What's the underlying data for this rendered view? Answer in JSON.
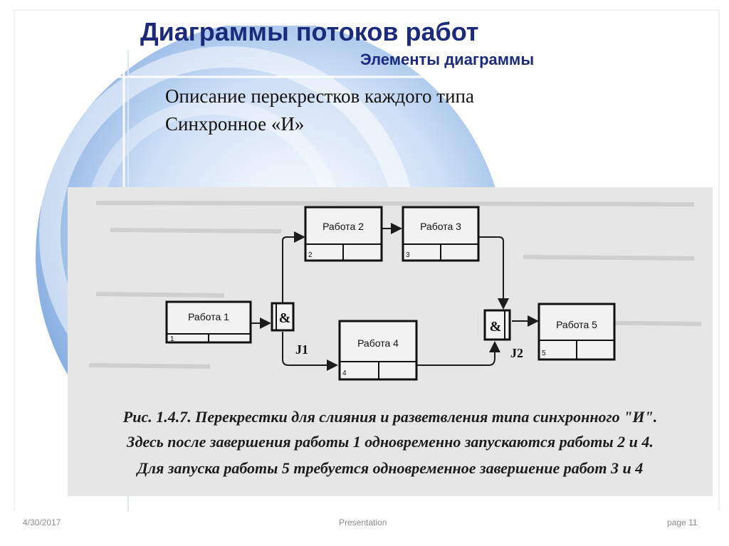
{
  "slide": {
    "title": "Диаграммы потоков работ",
    "subtitle": "Элементы диаграммы",
    "body_lines": [
      "Описание перекрестков каждого типа",
      "Синхронное «И»"
    ]
  },
  "diagram": {
    "boxes": [
      {
        "label": "Работа 1",
        "number": "1"
      },
      {
        "label": "Работа 2",
        "number": "2"
      },
      {
        "label": "Работа 3",
        "number": "3"
      },
      {
        "label": "Работа 4",
        "number": "4"
      },
      {
        "label": "Работа 5",
        "number": "5"
      }
    ],
    "junctions": [
      {
        "symbol": "&",
        "label": "J1"
      },
      {
        "symbol": "&",
        "label": "J2"
      }
    ],
    "caption": [
      "Рис. 1.4.7. Перекрестки для слияния и разветвления типа синхронного \"И\".",
      "Здесь после завершения работы 1 одновременно запускаются работы 2 и 4.",
      "Для запуска работы 5 требуется одновременное завершение работ 3 и 4"
    ]
  },
  "footer": {
    "date": "4/30/2017",
    "center": "Presentation",
    "page": "page 11"
  },
  "colors": {
    "title": "#1b2a7a",
    "background_accent": "#8fb6e6",
    "scan_background": "#e6e6e6"
  }
}
